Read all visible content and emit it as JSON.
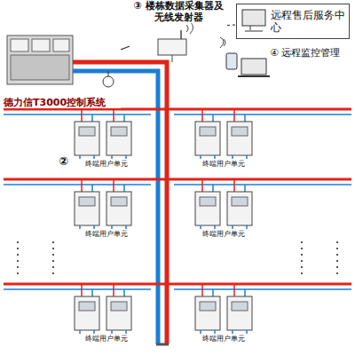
{
  "diagram": {
    "nodes": [
      {
        "text": [
          "德力信T3000控制系统"
        ]
      },
      {
        "text": [
          "③ 楼栋数据采集器及无线发射器"
        ]
      },
      {
        "text": [
          "远程售后服务中心"
        ]
      },
      {
        "text": [
          "终端用户单元"
        ]
      },
      {
        "text": [
          "终端用户单元"
        ]
      },
      {
        "text": [
          "终端用户单元"
        ]
      },
      {
        "text": [
          "终端用户单元"
        ]
      },
      {
        "text": [
          "终端用户单元"
        ]
      },
      {
        "text": [
          "终端用户单元"
        ]
      }
    ],
    "edges": [
      {
        "from": 0,
        "to": 1,
        "arrow": "none"
      },
      {
        "from": 1,
        "to": 2,
        "arrow": "none"
      }
    ],
    "labels": [
      "②",
      "④ 远程监控管理"
    ]
  }
}
